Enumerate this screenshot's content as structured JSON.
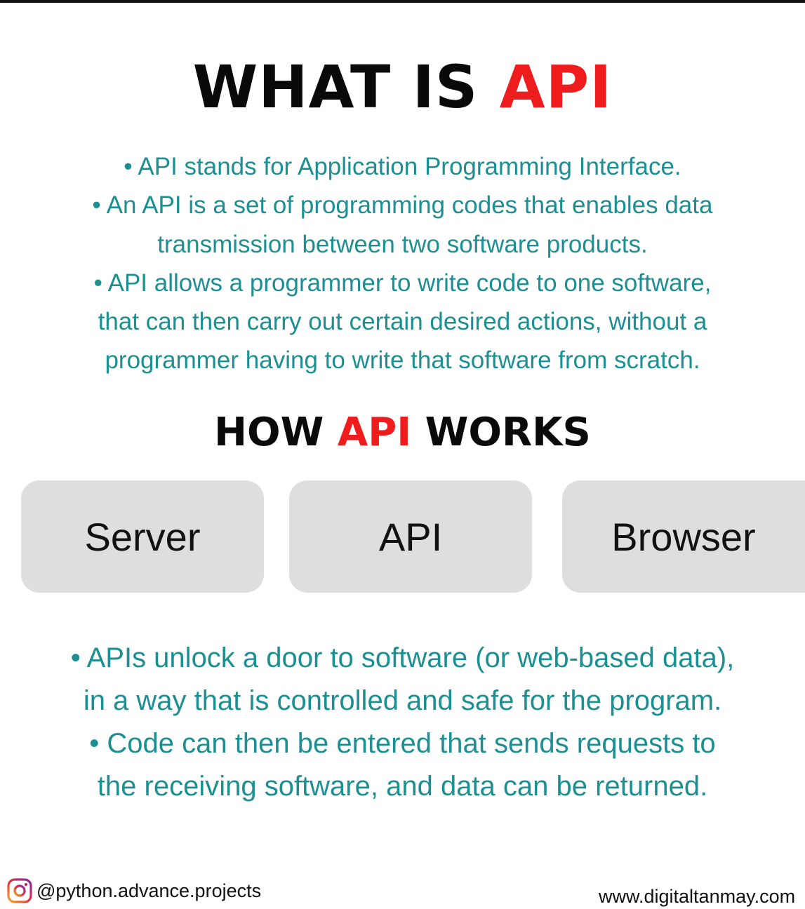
{
  "title": {
    "prefix": "WHAT IS ",
    "highlight": "API"
  },
  "intro": {
    "line1": "• API stands for Application Programming Interface.",
    "line2": "• An API is a set of programming codes that enables data",
    "line3": "transmission between two software products.",
    "line4": "• API allows a programmer to write code to one software,",
    "line5": "that can then carry out certain desired actions, without a",
    "line6": "programmer having to write that software from scratch."
  },
  "subtitle": {
    "prefix": "HOW ",
    "highlight": "API",
    "suffix": " WORKS"
  },
  "boxes": [
    {
      "label": "Server"
    },
    {
      "label": "API"
    },
    {
      "label": "Browser"
    }
  ],
  "outro": {
    "line1": "• APIs unlock a door to software (or web-based data),",
    "line2": "in a way that is controlled and safe for the program.",
    "line3": "• Code can then be entered that sends requests to",
    "line4": "the receiving software, and data can be returned."
  },
  "footer": {
    "instagram_icon": "instagram-icon",
    "handle": "@python.advance.projects",
    "website": "www.digitaltanmay.com"
  },
  "colors": {
    "accent": "#ee1c1c",
    "body_text": "#1c8f93",
    "box_bg": "#dedede"
  }
}
